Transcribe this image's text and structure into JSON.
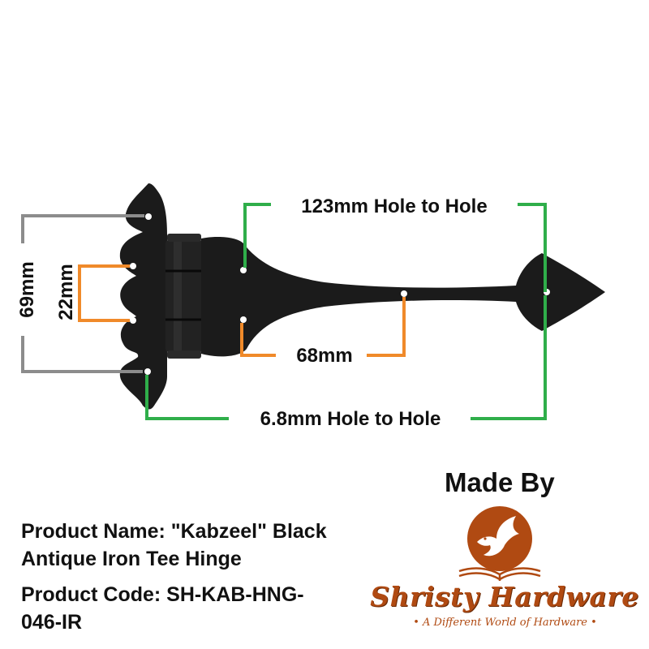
{
  "dimensions": {
    "top_green": "123mm Hole to Hole",
    "bottom_green": "6.8mm Hole to Hole",
    "left_gray": "69mm",
    "left_orange": "22mm",
    "bottom_orange": "68mm"
  },
  "product": {
    "name_line1": "Product Name: \"Kabzeel\" Black",
    "name_line2": "Antique Iron Tee Hinge",
    "code_line1": "Product Code: SH-KAB-HNG-",
    "code_line2": "046-IR"
  },
  "maker": {
    "made_by": "Made By",
    "brand": "Shristy Hardware",
    "tagline": "• A Different World of Hardware •"
  },
  "colors": {
    "green": "#2fae4a",
    "orange": "#f08a2a",
    "gray": "#8c8c8c",
    "iron": "#1b1b1b",
    "brand": "#b04a12"
  },
  "icons": [
    "dove-emblem",
    "open-book-emblem"
  ]
}
